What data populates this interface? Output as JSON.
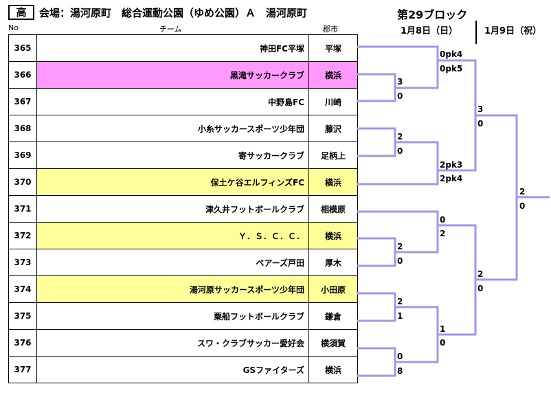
{
  "header": {
    "category_badge": "高",
    "venue": "会場：湯河原町　総合運動公園（ゆめ公園）Ａ　湯河原町",
    "block": "第29ブロック",
    "date1": "1月8日（日）",
    "date2": "1月9日（祝）",
    "col_no": "No",
    "col_team": "チーム",
    "col_city": "郡市"
  },
  "teams": [
    {
      "no": "365",
      "name": "神田FC平塚",
      "city": "平塚",
      "hl": ""
    },
    {
      "no": "366",
      "name": "黒滝サッカークラブ",
      "city": "横浜",
      "hl": "pink"
    },
    {
      "no": "367",
      "name": "中野島FC",
      "city": "川崎",
      "hl": ""
    },
    {
      "no": "368",
      "name": "小糸サッカースポーツ少年団",
      "city": "藤沢",
      "hl": ""
    },
    {
      "no": "369",
      "name": "寄サッカークラブ",
      "city": "足柄上",
      "hl": ""
    },
    {
      "no": "370",
      "name": "保土ケ谷エルフィンズFC",
      "city": "横浜",
      "hl": "yellow"
    },
    {
      "no": "371",
      "name": "津久井フットボールクラブ",
      "city": "相模原",
      "hl": ""
    },
    {
      "no": "372",
      "name": "Ｙ．Ｓ．Ｃ．Ｃ．",
      "city": "横浜",
      "hl": "yellow"
    },
    {
      "no": "373",
      "name": "ベアーズ戸田",
      "city": "厚木",
      "hl": ""
    },
    {
      "no": "374",
      "name": "湯河原サッカースポーツ少年団",
      "city": "小田原",
      "hl": "yellow"
    },
    {
      "no": "375",
      "name": "粟船フットボールクラブ",
      "city": "鎌倉",
      "hl": ""
    },
    {
      "no": "376",
      "name": "スワ・クラブサッカー愛好会",
      "city": "横須賀",
      "hl": ""
    },
    {
      "no": "377",
      "name": "GSファイターズ",
      "city": "横浜",
      "hl": ""
    }
  ],
  "scores": {
    "r1_366_367_a": "3",
    "r1_366_367_b": "0",
    "r1_368_369_a": "2",
    "r1_368_369_b": "0",
    "r1_372_373_a": "2",
    "r1_372_373_b": "0",
    "r1_374_375_a": "2",
    "r1_374_375_b": "1",
    "r1_376_377_a": "0",
    "r1_376_377_b": "8",
    "r2_a_top": "0pk4",
    "r2_a_bot": "0pk5",
    "r2_b_top": "2pk3",
    "r2_b_bot": "2pk4",
    "r2_c_top": "0",
    "r2_c_bot": "2",
    "r2_d_top": "1",
    "r2_d_bot": "0",
    "sf1_top": "3",
    "sf1_bot": "0",
    "sf2_top": "2",
    "sf2_bot": "0",
    "final_top": "2",
    "final_bot": "0"
  },
  "colors": {
    "bracket": "#9999ee",
    "pink": "#ff99ff",
    "yellow": "#ffff99"
  }
}
